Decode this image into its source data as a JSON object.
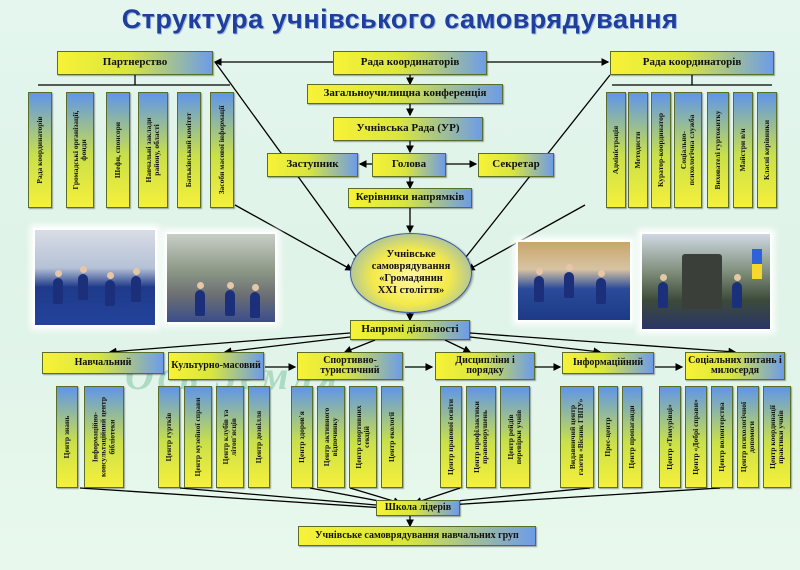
{
  "title": "Структура учнівського самоврядування",
  "top": {
    "partnership": "Партнерство",
    "council_center": "Рада координаторів",
    "council_right": "Рада координаторів",
    "conference": "Загальноучилищна конференція",
    "student_council": "Учнівська Рада (УР)",
    "deputy": "Заступник",
    "head": "Голова",
    "secretary": "Секретар",
    "leaders": "Керівники напрямків"
  },
  "partnership_items": [
    "Рада координаторів",
    "Громадські організації, фонди",
    "Шефи, спонсори",
    "Навчальні заклади району, області",
    "Батьківський комітет",
    "Засоби масової інформації"
  ],
  "council_items": [
    "Адміністрація",
    "Методисти",
    "Куратор-координатор",
    "Соціально-психологічна служба",
    "Вихователі гуртожитку",
    "Майстри в/н",
    "Класні керівники"
  ],
  "center": {
    "line1": "Учнівське",
    "line2": "самоврядування",
    "line3": "«Громадянин",
    "line4": "XXI століття»"
  },
  "directions_label": "Напрямі діяльності",
  "directions": [
    {
      "name": "Навчальний",
      "items": [
        "Центр знань",
        "Інформаційно-консультаційний центр бібліотеки"
      ]
    },
    {
      "name": "Культурно-масовий",
      "items": [
        "Центр гуртків",
        "Центр музейної справи",
        "Центр клубів та літоп'ясців",
        "Центр дозвілля"
      ]
    },
    {
      "name": "Спортивно-туристичний",
      "items": [
        "Центр здоров'я",
        "Центр активного відпочинку",
        "Центр спортивних секцій",
        "Центр екології"
      ]
    },
    {
      "name": "Дисципліни і порядку",
      "items": [
        "Центр правової освіти",
        "Центр профілактики правопорушень",
        "Центр рейдів перевірки учнів"
      ]
    },
    {
      "name": "Інформаційний",
      "items": [
        "Видавничий центр газети «Вісник ГВПУ»",
        "Прес-центр",
        "Центр пропаганди"
      ]
    },
    {
      "name": "Соціальних питань і милосердя",
      "items": [
        "Центр «Тимурівці»",
        "Центр «Добрі справи»",
        "Центр волонтерства",
        "Центр психологічної допомоги",
        "Центр координації практики учнів"
      ]
    }
  ],
  "watermark": "Ось Земля",
  "leaders_school": "Школа лідерів",
  "group_self_gov": "Учнівське самоврядування навчальних груп",
  "colors": {
    "title": "#1f3f9c",
    "box_yellow": "#f6f23a",
    "box_blue": "#6f9ee6",
    "line": "#000000"
  }
}
